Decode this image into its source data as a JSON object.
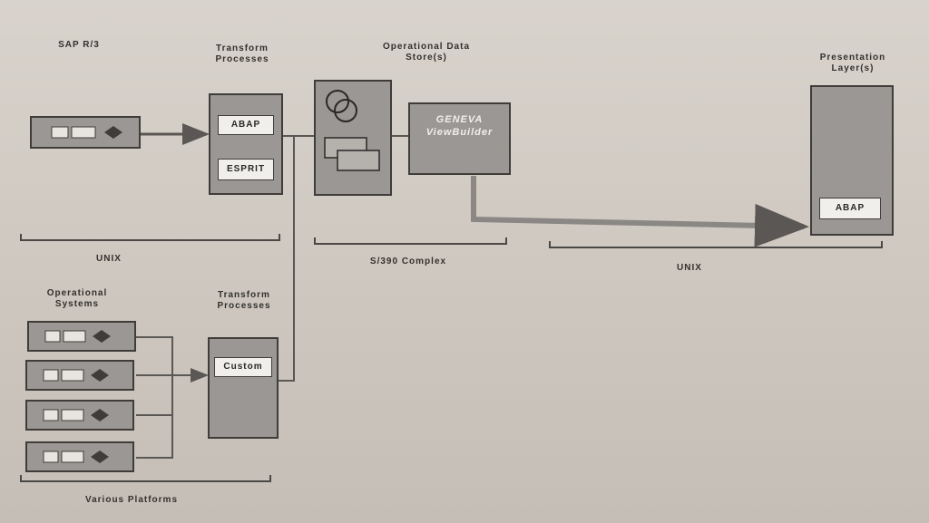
{
  "labels": {
    "sap": "SAP R/3",
    "transform_top": "Transform\nProcesses",
    "ods": "Operational Data\nStore(s)",
    "presentation": "Presentation\nLayer(s)",
    "operational": "Operational\nSystems",
    "transform_bottom": "Transform\nProcesses"
  },
  "boxes": {
    "abap_top": "ABAP",
    "esprit": "ESPRIT",
    "geneva": "GENEVA\nViewBuilder",
    "abap_presentation": "ABAP",
    "custom": "Custom"
  },
  "brackets": {
    "unix_left": "UNIX",
    "s390": "S/390 Complex",
    "unix_right": "UNIX",
    "various": "Various Platforms"
  }
}
